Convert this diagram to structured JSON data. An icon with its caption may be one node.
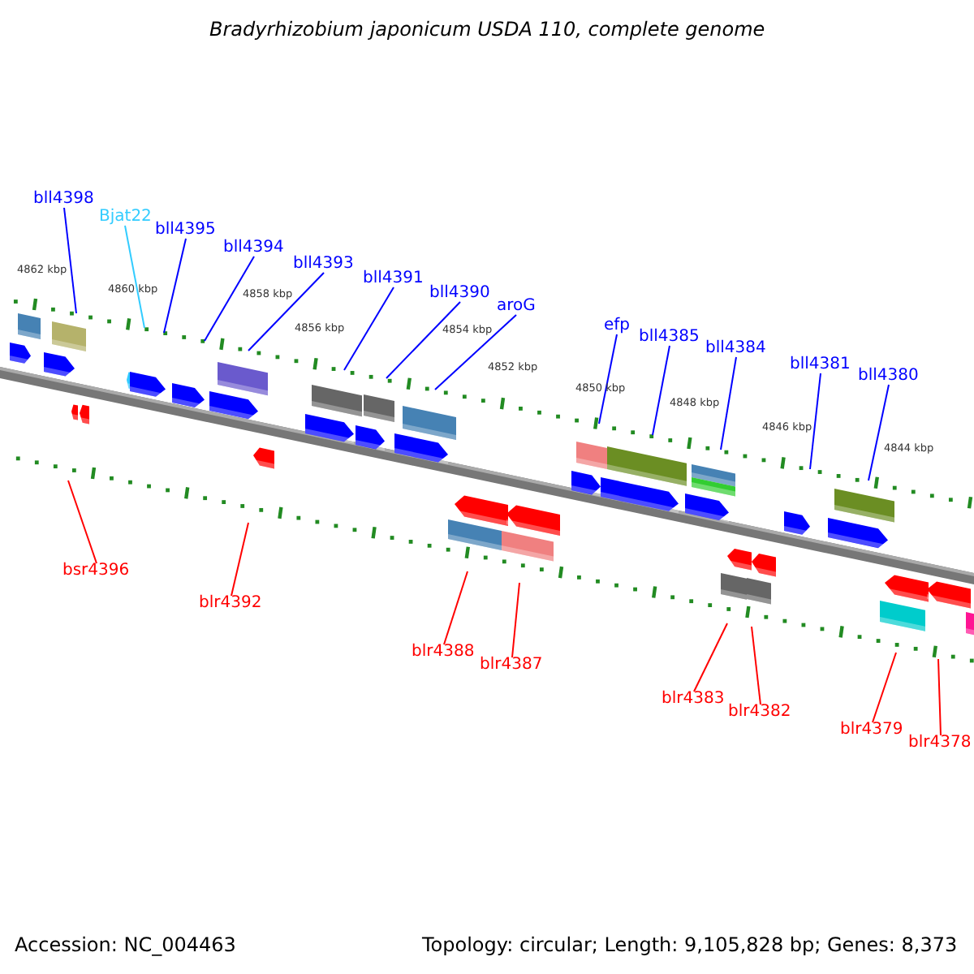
{
  "diagram": {
    "title": "Bradyrhizobium japonicum USDA 110, complete genome",
    "nodes": [
      {
        "text": [
          "bll4398"
        ]
      },
      {
        "text": [
          "Bjat22"
        ]
      },
      {
        "text": [
          "bll4395"
        ]
      },
      {
        "text": [
          "bll4394"
        ]
      },
      {
        "text": [
          "bll4393"
        ]
      },
      {
        "text": [
          "bll4391"
        ]
      },
      {
        "text": [
          "bll4390"
        ]
      },
      {
        "text": [
          "aroG"
        ]
      },
      {
        "text": [
          "efp"
        ]
      },
      {
        "text": [
          "bll4385"
        ]
      },
      {
        "text": [
          "bll4384"
        ]
      },
      {
        "text": [
          "bll4381"
        ]
      },
      {
        "text": [
          "bll4380"
        ]
      },
      {
        "text": [
          "bsr4396"
        ]
      },
      {
        "text": [
          "blr4392"
        ]
      },
      {
        "text": [
          "blr4388"
        ]
      },
      {
        "text": [
          "blr4387"
        ]
      },
      {
        "text": [
          "blr4383"
        ]
      },
      {
        "text": [
          "blr4382"
        ]
      },
      {
        "text": [
          "blr4379"
        ]
      },
      {
        "text": [
          "blr4378"
        ]
      }
    ],
    "edges": [
      {
        "from": 0,
        "to": null,
        "arrow": "none"
      },
      {
        "from": 1,
        "to": null,
        "arrow": "none",
        "color": "#33ccff"
      },
      {
        "from": 2,
        "to": null,
        "arrow": "none"
      },
      {
        "from": 3,
        "to": null,
        "arrow": "none"
      },
      {
        "from": 4,
        "to": null,
        "arrow": "none"
      },
      {
        "from": 5,
        "to": null,
        "arrow": "none"
      },
      {
        "from": 6,
        "to": null,
        "arrow": "none"
      },
      {
        "from": 7,
        "to": null,
        "arrow": "none"
      },
      {
        "from": 8,
        "to": null,
        "arrow": "none"
      },
      {
        "from": 9,
        "to": null,
        "arrow": "none"
      },
      {
        "from": 10,
        "to": null,
        "arrow": "none"
      },
      {
        "from": 11,
        "to": null,
        "arrow": "none"
      },
      {
        "from": 12,
        "to": null,
        "arrow": "none"
      },
      {
        "from": 13,
        "to": null,
        "arrow": "none",
        "color": "#ff0000"
      },
      {
        "from": 14,
        "to": null,
        "arrow": "none",
        "color": "#ff0000"
      },
      {
        "from": 15,
        "to": null,
        "arrow": "none",
        "color": "#ff0000"
      },
      {
        "from": 16,
        "to": null,
        "arrow": "none",
        "color": "#ff0000"
      },
      {
        "from": 17,
        "to": null,
        "arrow": "none",
        "color": "#ff0000"
      },
      {
        "from": 18,
        "to": null,
        "arrow": "none",
        "color": "#ff0000"
      },
      {
        "from": 19,
        "to": null,
        "arrow": "none",
        "color": "#ff0000"
      },
      {
        "from": 20,
        "to": null,
        "arrow": "none",
        "color": "#ff0000"
      }
    ],
    "labels": [
      "4862 kbp",
      "4860 kbp",
      "4858 kbp",
      "4856 kbp",
      "4854 kbp",
      "4852 kbp",
      "4850 kbp",
      "4848 kbp",
      "4846 kbp",
      "4844 kbp",
      "Accession: NC_004463",
      "Topology: circular; Length: 9,105,828 bp; Genes: 8,373"
    ]
  }
}
